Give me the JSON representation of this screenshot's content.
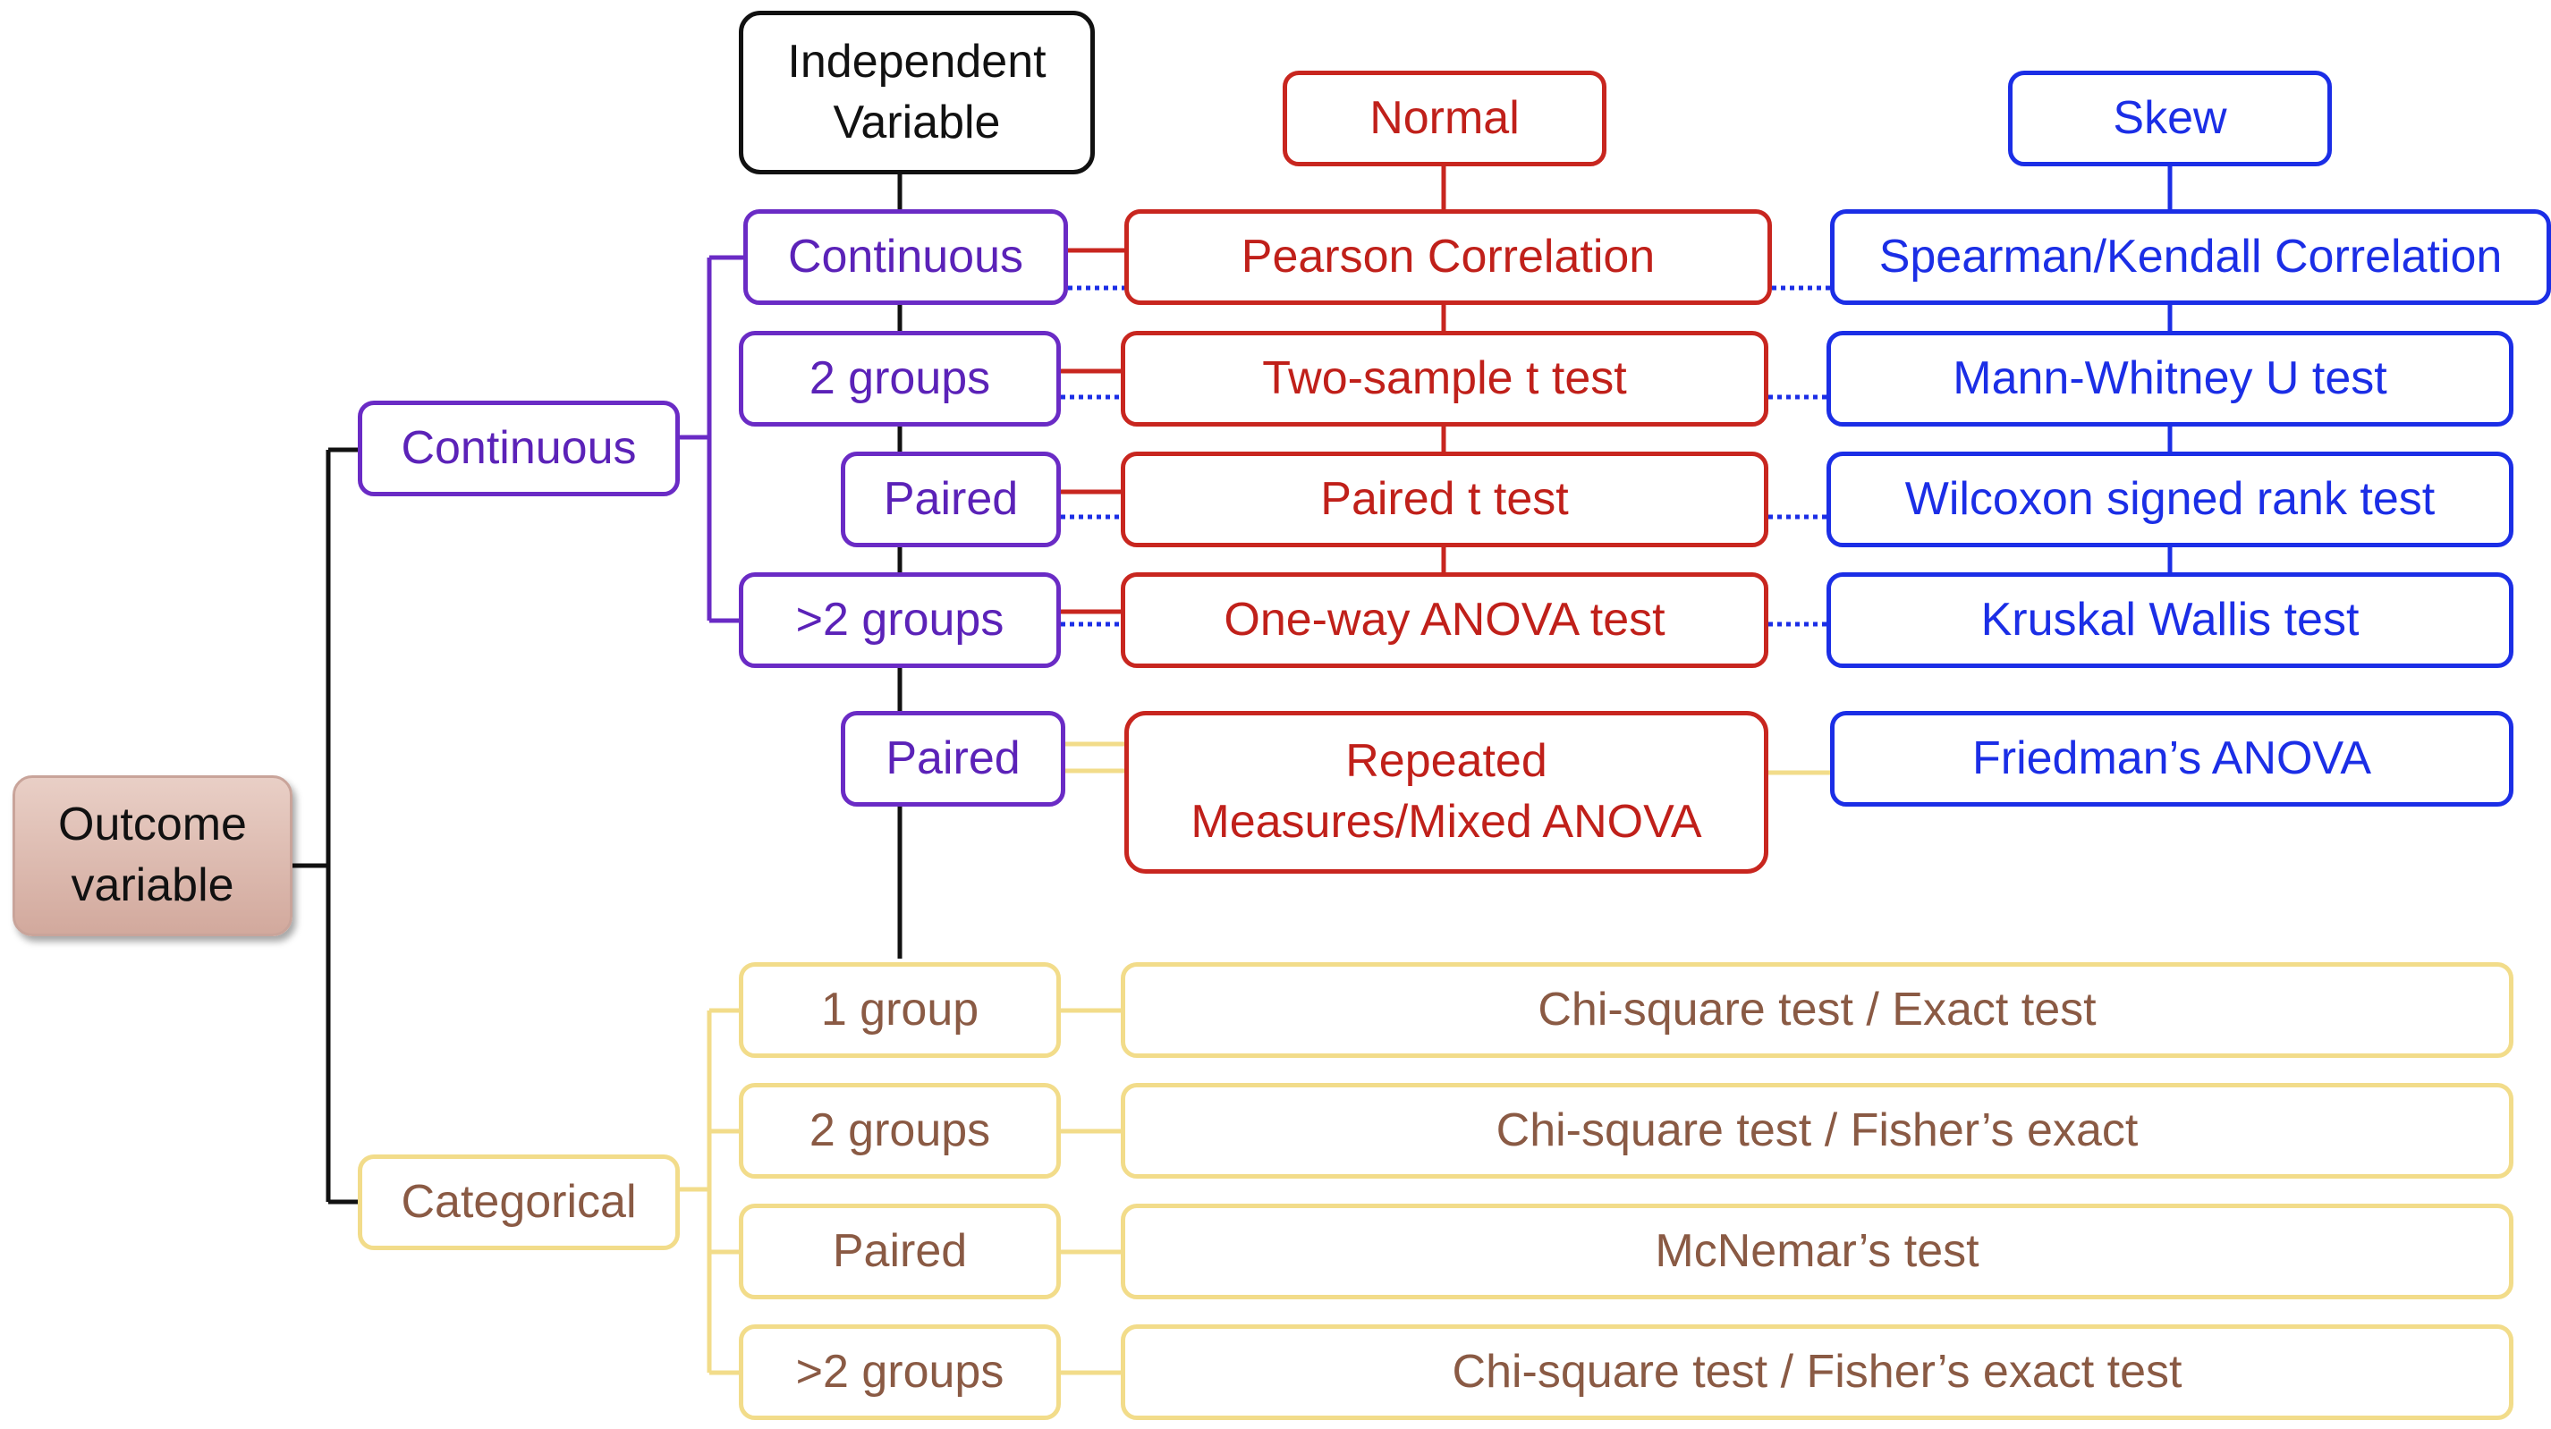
{
  "outcome": {
    "label": "Outcome\nvariable"
  },
  "independent": {
    "label": "Independent\nVariable"
  },
  "headers": {
    "normal": "Normal",
    "skew": "Skew"
  },
  "outcome_types": {
    "continuous": "Continuous",
    "categorical": "Categorical"
  },
  "continuous_independent": [
    {
      "label": "Continuous",
      "normal": "Pearson Correlation",
      "skew": "Spearman/Kendall Correlation"
    },
    {
      "label": "2 groups",
      "normal": "Two-sample t test",
      "skew": "Mann-Whitney U test"
    },
    {
      "label": "Paired",
      "normal": "Paired t test",
      "skew": "Wilcoxon signed rank test"
    },
    {
      "label": ">2 groups",
      "normal": "One-way ANOVA test",
      "skew": "Kruskal Wallis test"
    },
    {
      "label": "Paired",
      "normal": "Repeated\nMeasures/Mixed ANOVA",
      "skew": "Friedman’s ANOVA"
    }
  ],
  "categorical_independent": [
    {
      "label": "1 group",
      "test": "Chi-square test / Exact test"
    },
    {
      "label": "2 groups",
      "test": "Chi-square test / Fisher’s exact"
    },
    {
      "label": "Paired",
      "test": "McNemar’s test"
    },
    {
      "label": ">2 groups",
      "test": "Chi-square test / Fisher’s exact test"
    }
  ],
  "colors": {
    "outcome_box": "#d9b3a8",
    "continuous": "#6a2bc5",
    "normal": "#c8261f",
    "skew": "#1b2ee6",
    "categorical": "#f2dc8a",
    "categorical_text": "#8a5a44",
    "tree_line": "#111111"
  }
}
